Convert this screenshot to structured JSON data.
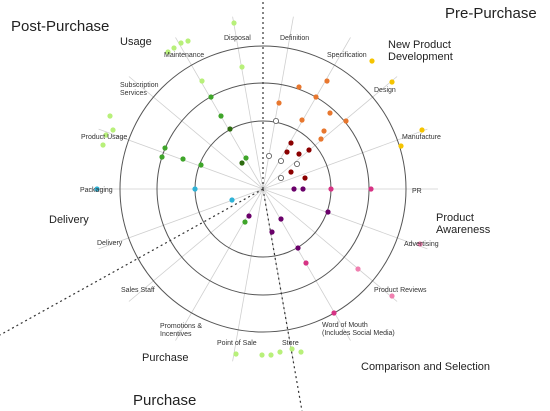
{
  "phases": {
    "pre_purchase": "Pre-Purchase",
    "post_purchase": "Post-Purchase",
    "purchase": "Purchase"
  },
  "stages": {
    "new_product_development": [
      "New Product",
      "Development"
    ],
    "product_awareness": [
      "Product",
      "Awareness"
    ],
    "comparison_selection": "Comparison and Selection",
    "purchase": "Purchase",
    "delivery": "Delivery",
    "usage": "Usage"
  },
  "touchpoints": {
    "definition": "Definition",
    "specification": "Specification",
    "design": "Design",
    "manufacture": "Manufacture",
    "pr": "PR",
    "advertising": "Advertising",
    "product_reviews": "Product Reviews",
    "word_of_mouth": [
      "Word of Mouth",
      "(Includes Social Media)"
    ],
    "store": "Store",
    "point_of_sale": "Point of Sale",
    "promotions": [
      "Promotions &",
      "Incentives"
    ],
    "sales_staff": "Sales Staff",
    "delivery": "Delivery",
    "packaging": "Packaging",
    "product_usage": "Product Usage",
    "subscription": [
      "Subscription",
      "Services"
    ],
    "maintenance": "Maintenance",
    "disposal": "Disposal"
  },
  "colors": {
    "development": "#e8772e",
    "development_light": "#f5c400",
    "dark_red": "#8b0000",
    "purple": "#6a006a",
    "magenta": "#d63384",
    "pink": "#f080b0",
    "green": "#3fa52a",
    "light_green": "#b8f07a",
    "dark_green": "#2e6b10",
    "cyan": "#2fb2d6",
    "ring": "#555555",
    "spoke": "#cfcfcf"
  }
}
